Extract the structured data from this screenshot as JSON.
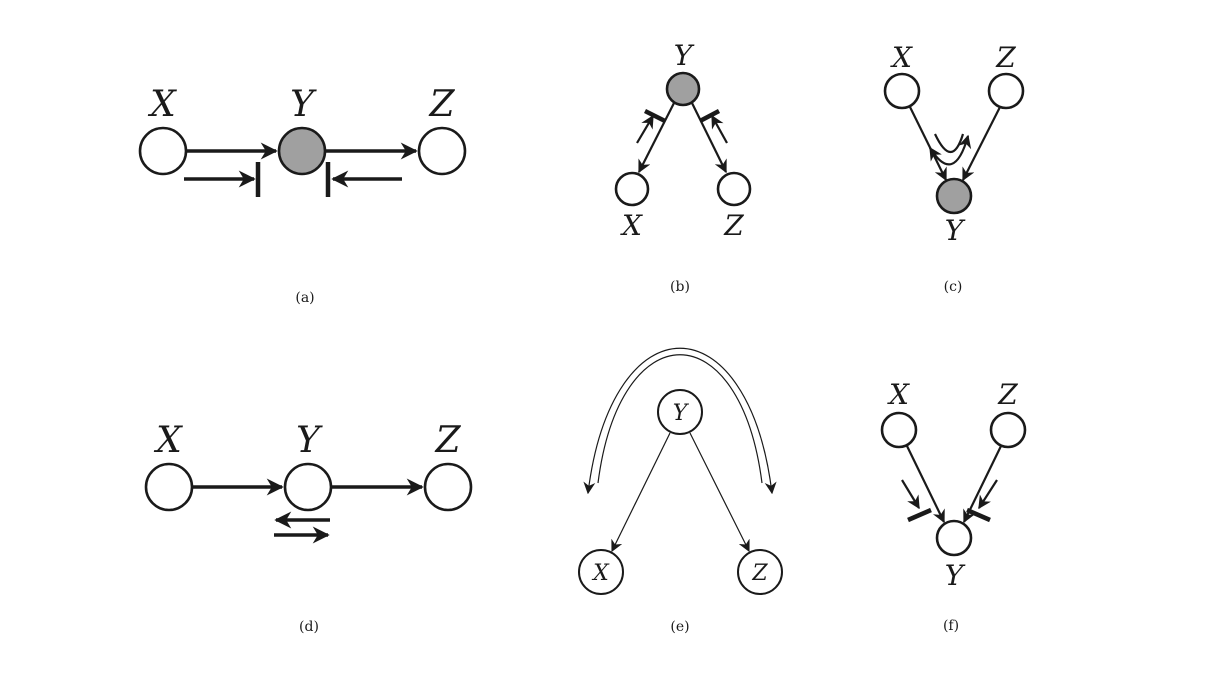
{
  "panels": [
    {
      "id": "a",
      "caption": "(a)",
      "labels": {
        "x": "X",
        "y": "Y",
        "z": "Z"
      }
    },
    {
      "id": "b",
      "caption": "(b)",
      "labels": {
        "x": "X",
        "y": "Y",
        "z": "Z"
      }
    },
    {
      "id": "c",
      "caption": "(c)",
      "labels": {
        "x": "X",
        "y": "Y",
        "z": "Z"
      }
    },
    {
      "id": "d",
      "caption": "(d)",
      "labels": {
        "x": "X",
        "y": "Y",
        "z": "Z"
      }
    },
    {
      "id": "e",
      "caption": "(e)",
      "labels": {
        "x": "X",
        "y": "Y",
        "z": "Z"
      }
    },
    {
      "id": "f",
      "caption": "(f)",
      "labels": {
        "x": "X",
        "y": "Y",
        "z": "Z"
      }
    }
  ],
  "colors": {
    "stroke": "#1a1a1a",
    "shaded_node": "#a0a0a0",
    "background": "#ffffff"
  }
}
